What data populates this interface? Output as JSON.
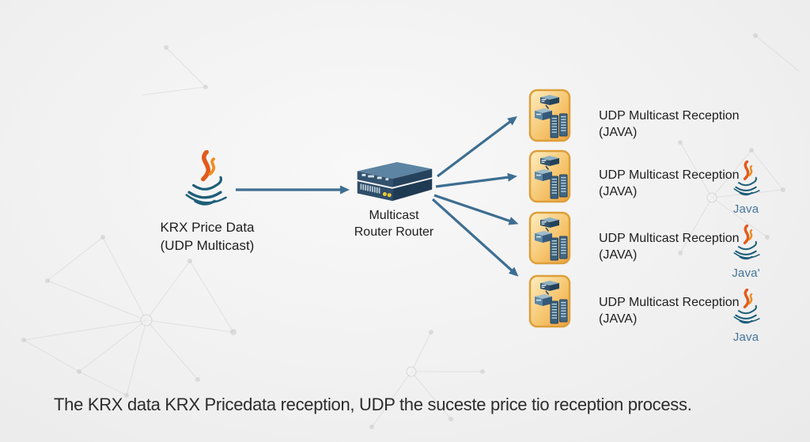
{
  "source": {
    "line1": "KRX Price Data",
    "line2": "(UDP Multicast)"
  },
  "router": {
    "line1": "Multicast",
    "line2": "Router Router"
  },
  "nodes": [
    {
      "line1": "UDP Multicast Reception",
      "line2": "(JAVA)",
      "wordmark": ""
    },
    {
      "line1": "UDP Multicast Reception",
      "line2": "(JAVA)",
      "wordmark": "Java"
    },
    {
      "line1": "UDP Multicast Reception",
      "line2": "(JAVA)",
      "wordmark": "Java'"
    },
    {
      "line1": "UDP Multicast Reception",
      "line2": "(JAVA)",
      "wordmark": "Java"
    }
  ],
  "caption": "The KRX data KRX Pricedata reception, UDP the suceste price tio reception process.",
  "colors": {
    "background": "#f1f1f1",
    "arrow": "#3d6e91",
    "node_border": "#dd9f3a",
    "node_fill_top": "#feeec2",
    "node_fill_bottom": "#eea23f",
    "router_top": "#5d84a2",
    "router_front": "#2e4d69",
    "router_led": "#ecc733",
    "java_flame": "#e25a1c",
    "java_cup": "#1d5e79",
    "java_text": "#44759b",
    "text": "#1e1e1e"
  }
}
